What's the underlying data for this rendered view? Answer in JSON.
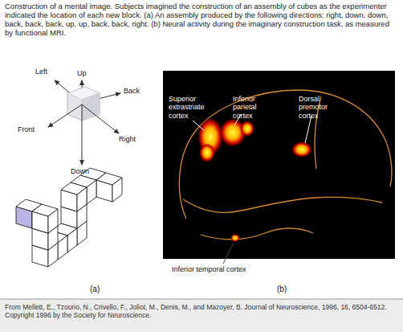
{
  "diagram": {
    "caption": "Construction of a mental image. Subjects imagined the construction of an assembly of cubes as the experimenter indicated the location of each new block. (a) An assembly produced by the following directions: right, down, down, back, back, back, up, up, back, back, right. (b) Neural activity during the imaginary construction task, as measured by functional MRI.",
    "labels": [
      "Up",
      "Left",
      "Back",
      "Front",
      "Right",
      "Down",
      "(a)",
      "Superior extrastriate cortex",
      "Inferior parietal cortex",
      "Dorsal premotor cortex",
      "Inferior temporal cortex",
      "(b)",
      "From Mellett, E., Tzourio, N., Crivello, F., Joliot, M., Denis, M., and Mazoyer, B. Journal of Neuroscience, 1996, 16, 6504-6512. Copyright 1996 by the Society for Neuroscience."
    ]
  }
}
